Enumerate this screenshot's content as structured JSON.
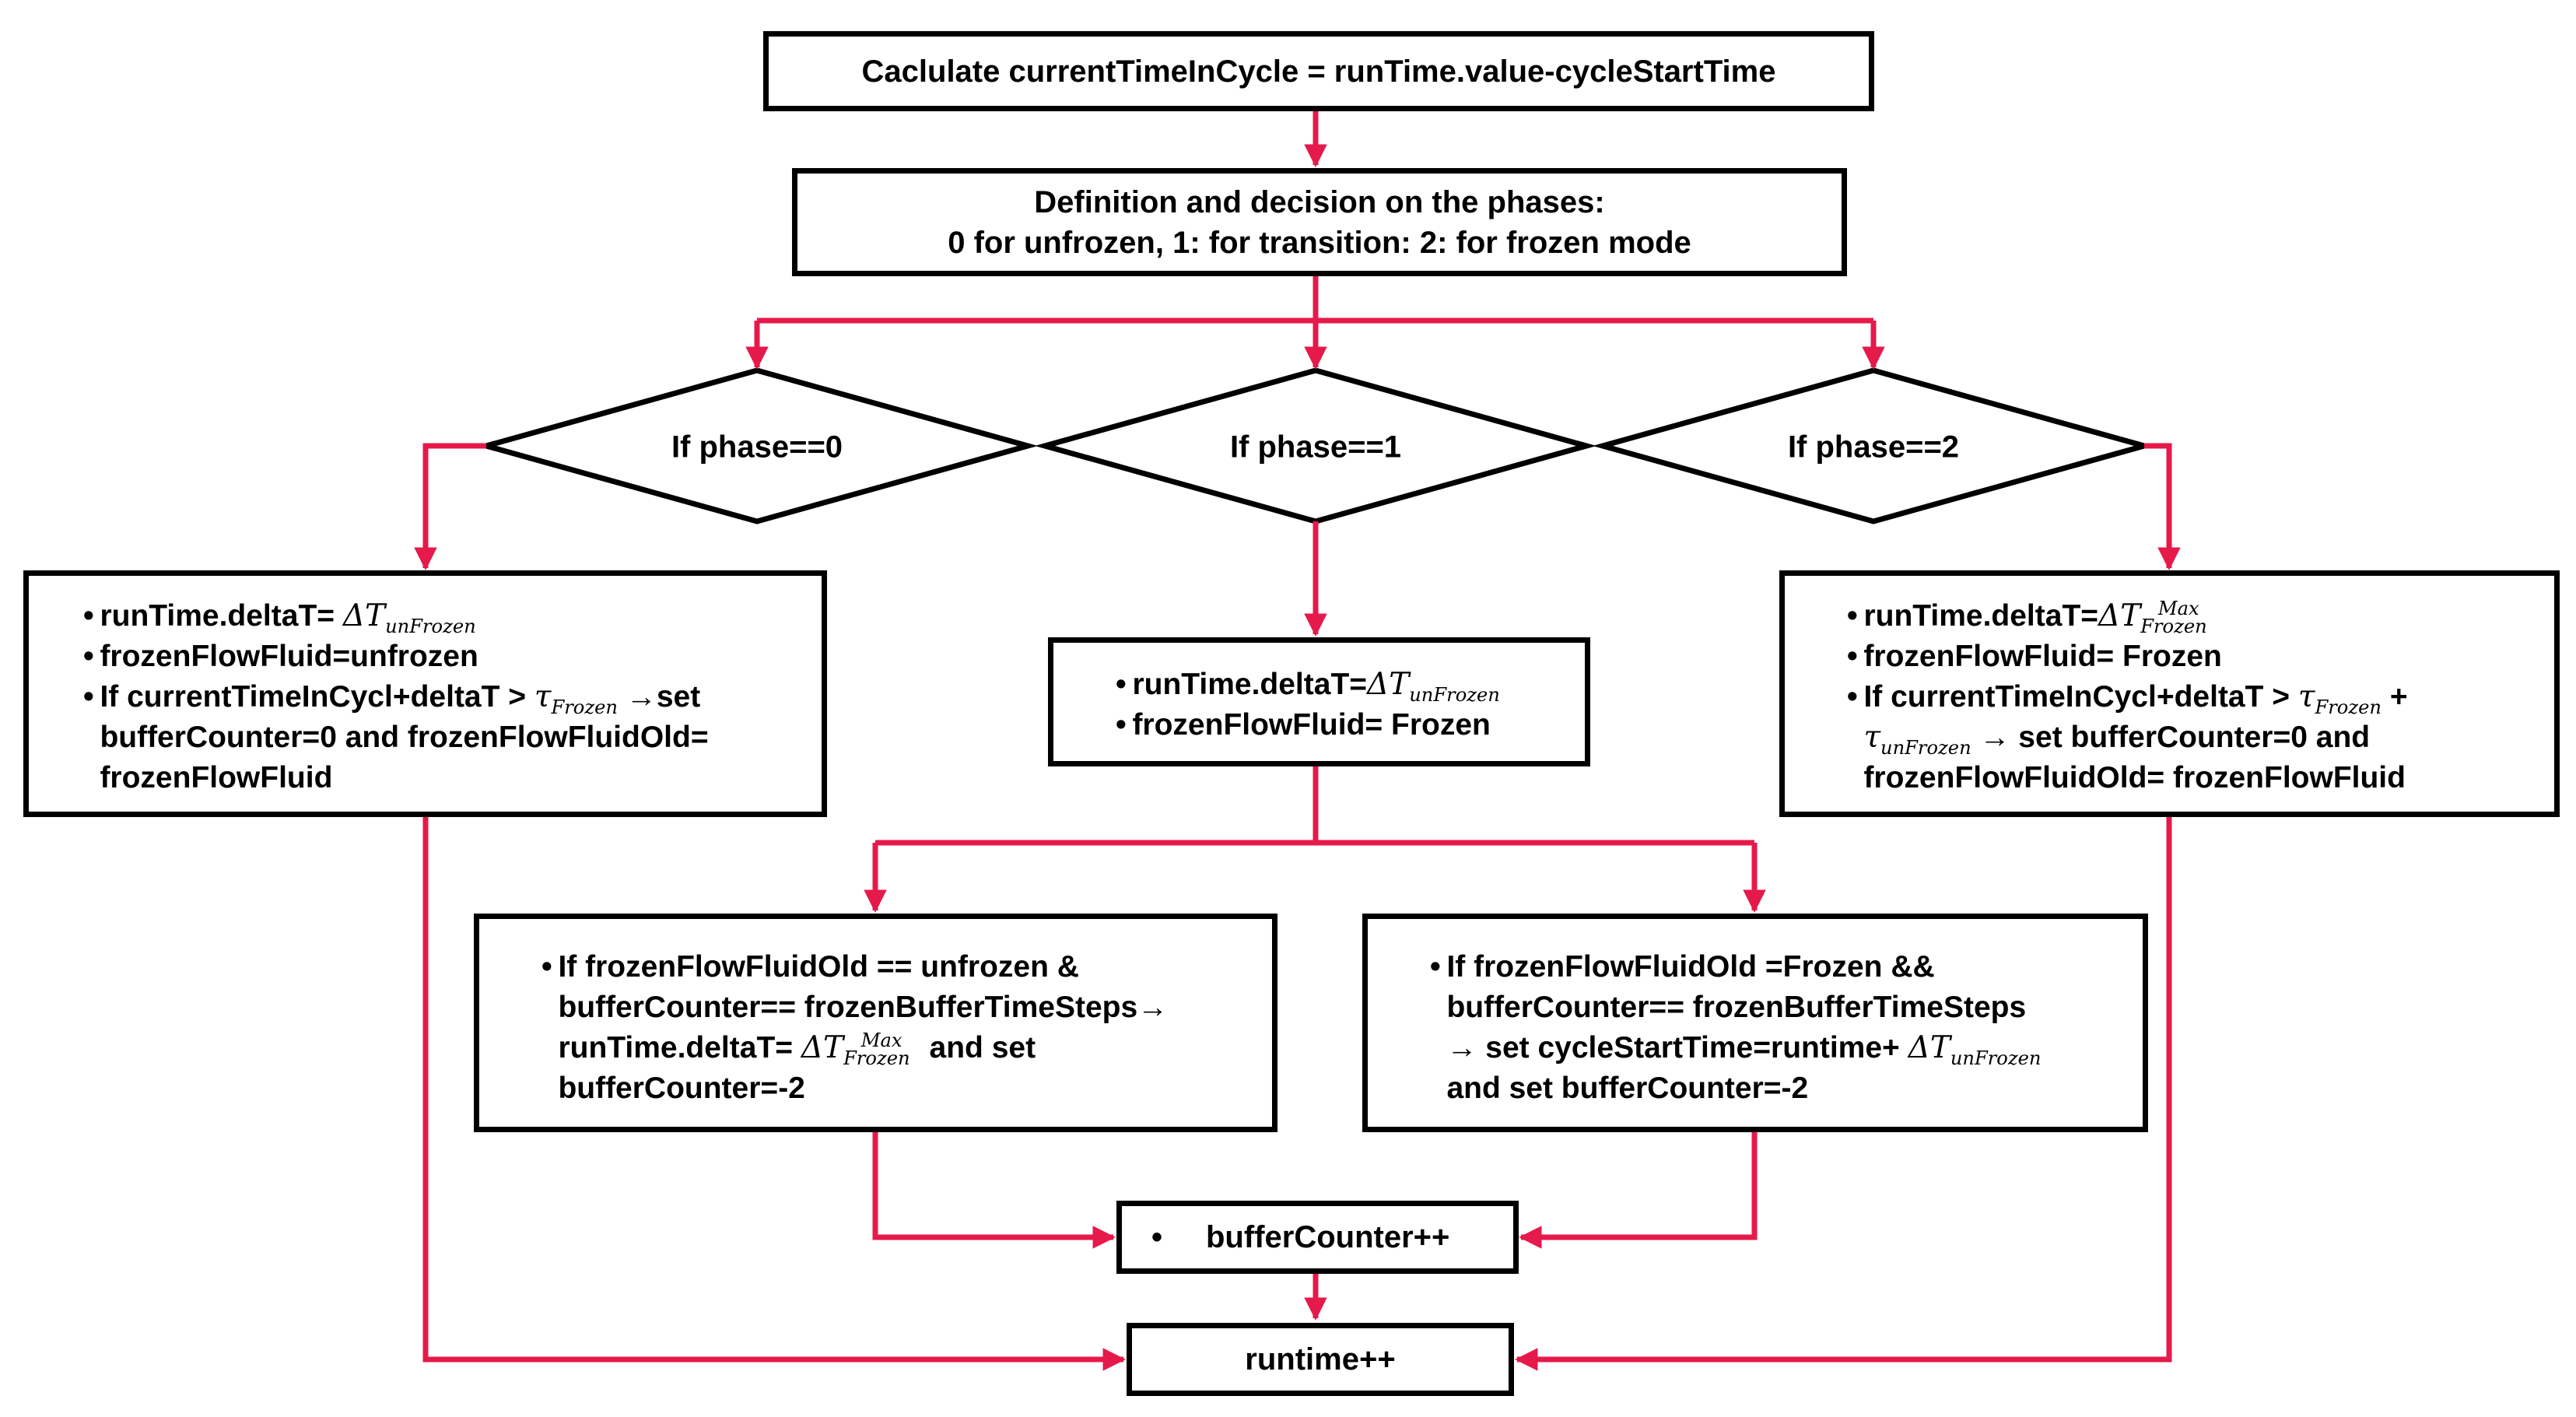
{
  "colors": {
    "arrow": "#e6194b",
    "box_border": "#000000"
  },
  "step_calc": "Caclulate currentTimeInCycle = runTime.value-cycleStartTime",
  "step_define": {
    "line1": "Definition and decision on the phases:",
    "line2": "0 for unfrozen, 1: for transition: 2: for frozen mode"
  },
  "decisions": {
    "phase0": "If phase==0",
    "phase1": "If phase==1",
    "phase2": "If phase==2"
  },
  "phase0": {
    "l1": "runTime.deltaT= ",
    "l1_math": "ΔT",
    "l1_sub": "unFrozen",
    "l2": "frozenFlowFluid=unfrozen",
    "l3": "If currentTimeInCycl+deltaT > ",
    "l3_math": "τ",
    "l3_sub": "Frozen",
    "l3_tail": " →set",
    "l4": "bufferCounter=0 and frozenFlowFluidOld=",
    "l5": "frozenFlowFluid"
  },
  "phase1": {
    "l1": "runTime.deltaT=",
    "l1_math": "ΔT",
    "l1_sub": "unFrozen",
    "l2": "frozenFlowFluid= Frozen"
  },
  "phase2": {
    "l1": "runTime.deltaT=",
    "l1_math": "ΔT",
    "l1_sub": "Frozen",
    "l1_sup": "Max",
    "l2": "frozenFlowFluid= Frozen",
    "l3": "If currentTimeInCycl+deltaT > ",
    "l3_math": "τ",
    "l3_sub": "Frozen",
    "l3_plus": " +",
    "l4_math": "τ",
    "l4_sub": "unFrozen",
    "l4_tail": " →  set bufferCounter=0 and",
    "l5": "frozenFlowFluidOld= frozenFlowFluid"
  },
  "trans_left": {
    "l1": "If frozenFlowFluidOld == unfrozen &",
    "l2": "bufferCounter== frozenBufferTimeSteps→",
    "l3": "runTime.deltaT= ",
    "l3_math": "ΔT",
    "l3_sub": "Frozen",
    "l3_sup": "Max",
    "l3_tail": " and set",
    "l4": "bufferCounter=-2"
  },
  "trans_right": {
    "l1": "If frozenFlowFluidOld =Frozen &&",
    "l2": "bufferCounter== frozenBufferTimeSteps",
    "l3": "→ set cycleStartTime=runtime+ ",
    "l3_math": "ΔT",
    "l3_sub": "unFrozen",
    "l4": "and set bufferCounter=-2"
  },
  "step_buffer": "bufferCounter++",
  "step_runtime": "runtime++"
}
